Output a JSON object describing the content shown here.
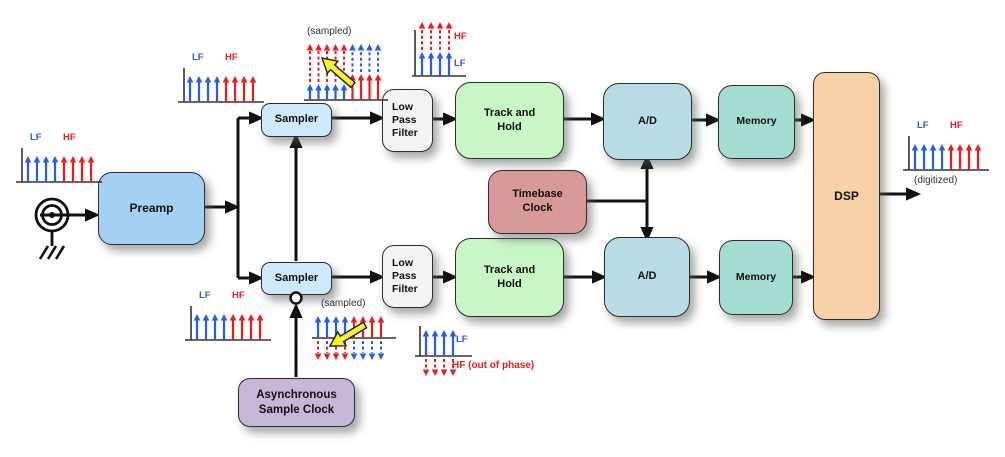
{
  "colors": {
    "lf_blue": "#2b5ce6",
    "hf_red": "#ea1c1c",
    "alias_yellow": "#f8f22e",
    "line": "#111111",
    "preamp": "#a5d0f3",
    "sampler": "#cde9fb",
    "lpf": "#f3f3f1",
    "track_hold": "#c9f6c7",
    "adc": "#b9dbe6",
    "memory": "#a4dcd2",
    "timebase": "#d79898",
    "async_clock": "#c6b7d8",
    "dsp": "#f7d2a9"
  },
  "blocks": {
    "preamp": {
      "label": "Preamp"
    },
    "sampler_top": {
      "label": "Sampler"
    },
    "sampler_bottom": {
      "label": "Sampler"
    },
    "lpf_top": {
      "label": "Low\nPass\nFilter"
    },
    "lpf_bottom": {
      "label": "Low\nPass\nFilter"
    },
    "track_hold_top": {
      "label": "Track and\nHold"
    },
    "track_hold_bottom": {
      "label": "Track and\nHold"
    },
    "adc_top": {
      "label": "A/D"
    },
    "adc_bottom": {
      "label": "A/D"
    },
    "memory_top": {
      "label": "Memory"
    },
    "memory_bottom": {
      "label": "Memory"
    },
    "timebase": {
      "label": "Timebase\nClock"
    },
    "async_clock": {
      "label": "Asynchronous\nSample Clock"
    },
    "dsp": {
      "label": "DSP"
    }
  },
  "spectra": {
    "input": {
      "lf_label": "LF",
      "hf_label": "HF",
      "cols": [
        "B",
        "B",
        "B",
        "B",
        "R",
        "R",
        "R",
        "R"
      ]
    },
    "preamp_out": {
      "lf_label": "LF",
      "hf_label": "HF",
      "cols": [
        "B",
        "B",
        "B",
        "B",
        "R",
        "R",
        "R",
        "R"
      ]
    },
    "sampled_top": {
      "caption": "(sampled)",
      "cols": [
        "b^r",
        "b^r",
        "b^r",
        "b^r",
        "b^r",
        "R^b",
        "R^b",
        "R^b",
        "R^b"
      ]
    },
    "filtered_top": {
      "hf_label": "HF",
      "lf_label": "LF",
      "cols": [
        "b^r",
        "b^r",
        "b^r",
        "b^r"
      ]
    },
    "bottom_left": {
      "lf_label": "LF",
      "hf_label": "HF",
      "cols": [
        "B",
        "B",
        "B",
        "B",
        "R",
        "R",
        "R",
        "R"
      ]
    },
    "sampled_bottom": {
      "caption": "(sampled)",
      "cols": [
        "B_r",
        "B_r",
        "B_r",
        "B_r",
        "R_b",
        "R_b",
        "R_b",
        "R_b"
      ]
    },
    "filtered_bottom": {
      "lf_label": "LF",
      "hf_label": "HF (out of phase)",
      "cols": [
        "b_r",
        "b_r",
        "b_r",
        "b_r"
      ]
    },
    "digitized": {
      "lf_label": "LF",
      "hf_label": "HF",
      "caption": "(digitized)",
      "cols": [
        "B",
        "B",
        "B",
        "B",
        "R",
        "R",
        "R",
        "R"
      ]
    }
  }
}
